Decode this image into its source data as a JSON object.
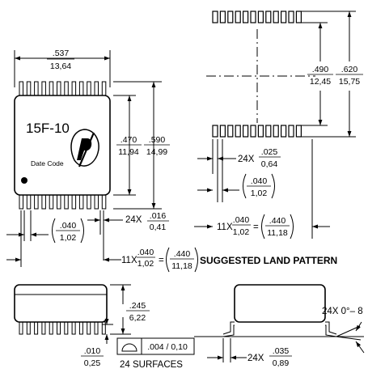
{
  "top_view": {
    "marking": "15F-10",
    "date_code": "Date Code",
    "overall_length": {
      "in": ".537",
      "mm": "13,64"
    },
    "body_width": {
      "in": ".470",
      "mm": "11,94"
    },
    "span_width": {
      "in": ".590",
      "mm": "14,99"
    },
    "pitch": {
      "in": ".040",
      "mm": "1,02"
    },
    "lead_width": {
      "prefix": "24X",
      "in": ".016",
      "mm": "0,41"
    },
    "pitch_total": {
      "prefix": "11X",
      "in": ".040",
      "mm": "1,02",
      "eq": "=",
      "total_in": ".440",
      "total_mm": "11,18"
    }
  },
  "land_pattern": {
    "title": "SUGGESTED LAND PATTERN",
    "inner_span": {
      "in": ".490",
      "mm": "12,45"
    },
    "outer_span": {
      "in": ".620",
      "mm": "15,75"
    },
    "pad_width": {
      "prefix": "24X",
      "in": ".025",
      "mm": "0,64"
    },
    "pitch": {
      "in": ".040",
      "mm": "1,02"
    },
    "pitch_total": {
      "prefix": "11X",
      "in": ".040",
      "mm": "1,02",
      "eq": "=",
      "total_in": ".440",
      "total_mm": "11,18"
    }
  },
  "side_view": {
    "height": {
      "in": ".245",
      "mm": "6,22"
    },
    "standoff": {
      "in": ".010",
      "mm": "0,25"
    },
    "coplanarity": {
      "value": ".004 / 0,10",
      "note": "24 SURFACES"
    }
  },
  "end_view": {
    "lead_angle": "24X 0°– 8",
    "lead_length": {
      "prefix": "24X",
      "in": ".035",
      "mm": "0,89"
    }
  }
}
